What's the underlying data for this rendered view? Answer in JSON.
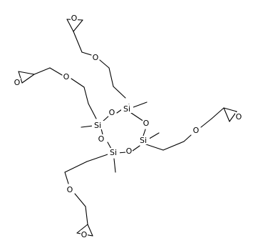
{
  "molecule": {
    "element_labels": {
      "silicon": "Si",
      "oxygen": "O"
    },
    "ring": {
      "silicon_atoms": [
        "Si",
        "Si",
        "Si",
        "Si"
      ],
      "bridging_oxygens": [
        "O",
        "O",
        "O",
        "O"
      ]
    },
    "glycidyloxypropyl_arms": [
      {
        "ether_oxygen": "O",
        "epoxide_oxygen": "O"
      },
      {
        "ether_oxygen": "O",
        "epoxide_oxygen": "O"
      },
      {
        "ether_oxygen": "O",
        "epoxide_oxygen": "O"
      },
      {
        "ether_oxygen": "O",
        "epoxide_oxygen": "O"
      }
    ],
    "colors": {
      "bond": "#000000",
      "label": "#000000",
      "background": "#ffffff"
    }
  }
}
